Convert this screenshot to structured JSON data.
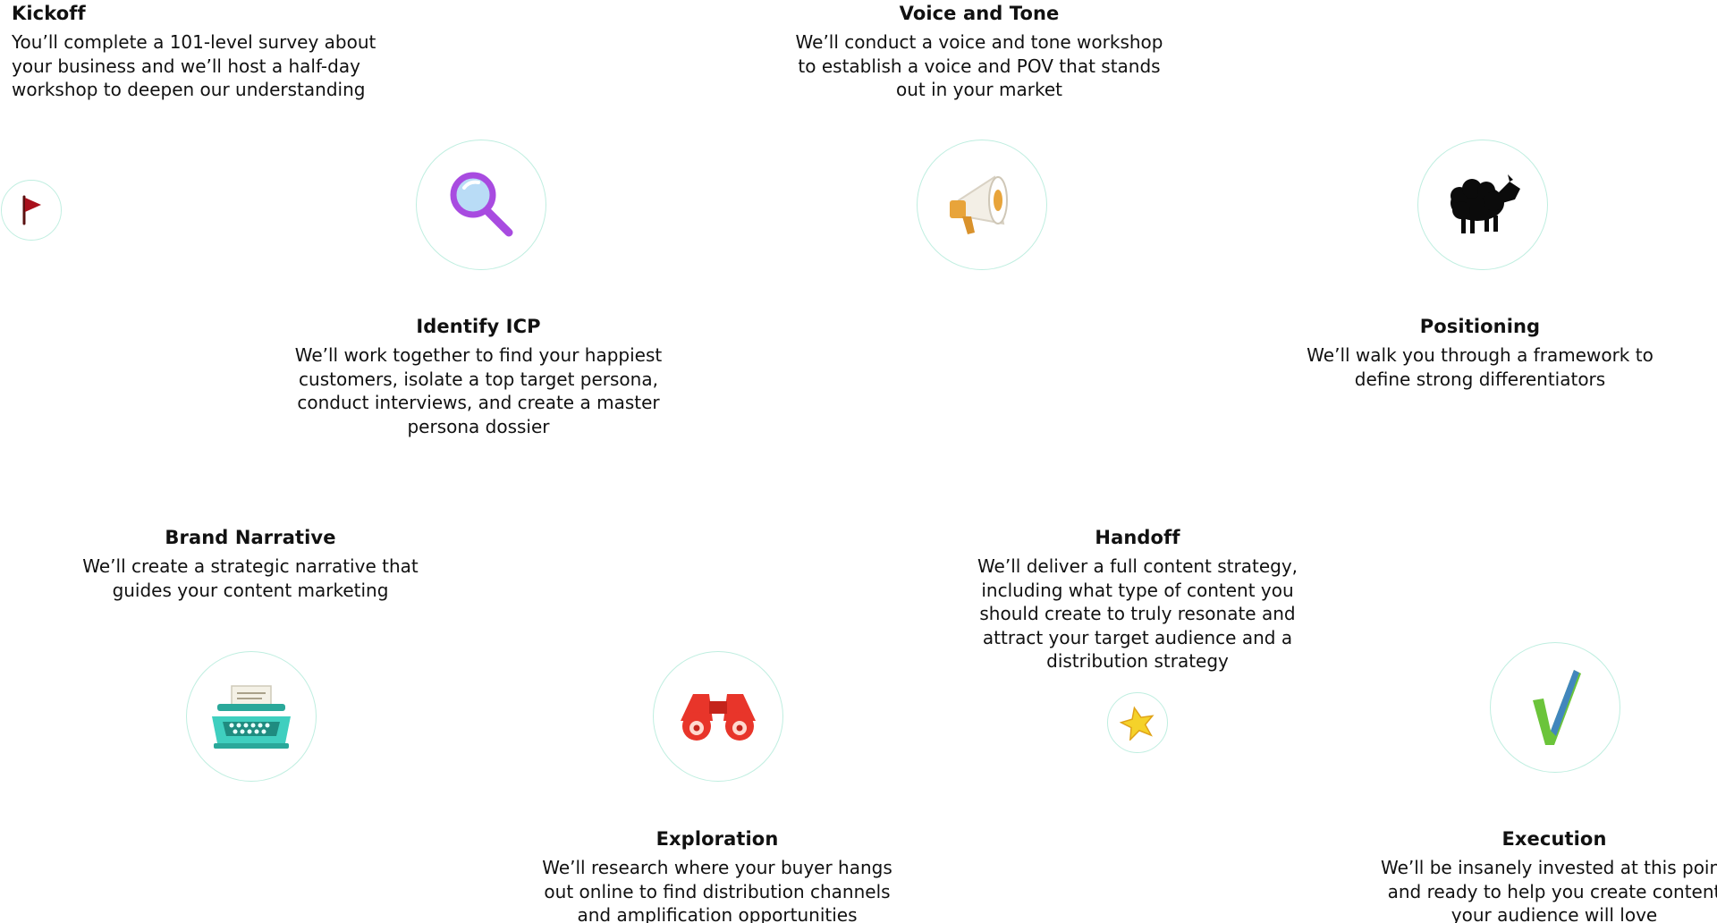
{
  "steps": {
    "kickoff": {
      "title": "Kickoff",
      "desc": "You’ll complete a 101-level survey about your business and we’ll host a half-day workshop to deepen our understanding"
    },
    "voice": {
      "title": "Voice and Tone",
      "desc": "We’ll conduct a voice and tone workshop to establish a voice and POV that stands out in your market"
    },
    "icp": {
      "title": "Identify ICP",
      "desc": "We’ll work together to find your happiest customers, isolate a top target persona, conduct interviews, and create a master persona dossier"
    },
    "positioning": {
      "title": "Positioning",
      "desc": "We’ll walk you through a framework to define strong differentiators"
    },
    "narrative": {
      "title": "Brand Narrative",
      "desc": "We’ll create a strategic narrative that guides your content marketing"
    },
    "handoff": {
      "title": "Handoff",
      "desc": "We’ll deliver a full content strategy, including what type of content you should create to truly resonate and attract your target audience and a distribution strategy"
    },
    "exploration": {
      "title": "Exploration",
      "desc": "We’ll research where your buyer hangs out online to find distribution channels and amplification opportunities"
    },
    "execution": {
      "title": "Execution",
      "desc": "We’ll be insanely invested at this point and ready to help you create content your audience will love"
    }
  },
  "icons": {
    "kickoff": "red-flag-icon",
    "icp": "magnifying-glass-icon",
    "voice": "megaphone-icon",
    "positioning": "black-sheep-icon",
    "narrative": "typewriter-icon",
    "exploration": "binoculars-icon",
    "handoff": "star-icon",
    "execution": "checkmark-icon"
  },
  "colors": {
    "circle_border": "#bfeee0",
    "flag": "#a8101c",
    "magnifier": "#a84be0",
    "megaphone": "#e8a43a",
    "binoculars": "#e8352a",
    "typewriter": "#3fcfbf",
    "star": "#f5d22a",
    "check": "#6bc43a"
  }
}
